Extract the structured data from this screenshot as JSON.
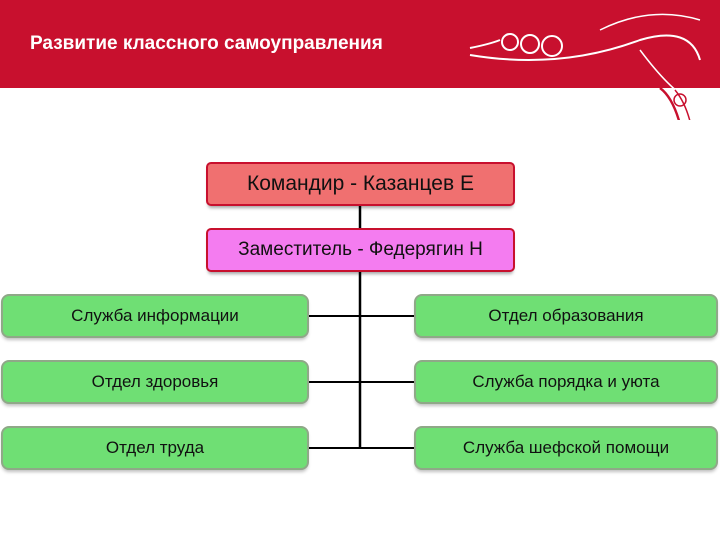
{
  "header": {
    "title": "Развитие классного самоуправления",
    "background_color": "#c8102e",
    "ornament_icon": "swirl-ornament-icon"
  },
  "chart": {
    "commander": "Командир - Казанцев Е",
    "deputy": "Заместитель - Федерягин Н",
    "left_departments": [
      "Служба информации",
      "Отдел здоровья",
      "Отдел труда"
    ],
    "right_departments": [
      "Отдел образования",
      "Служба порядка и уюта",
      "Служба шефской помощи"
    ],
    "colors": {
      "commander_fill": "#f07070",
      "deputy_fill": "#f47cf0",
      "department_fill": "#6fdf74",
      "box_border": "#c8102e",
      "connector": "#000000"
    }
  }
}
